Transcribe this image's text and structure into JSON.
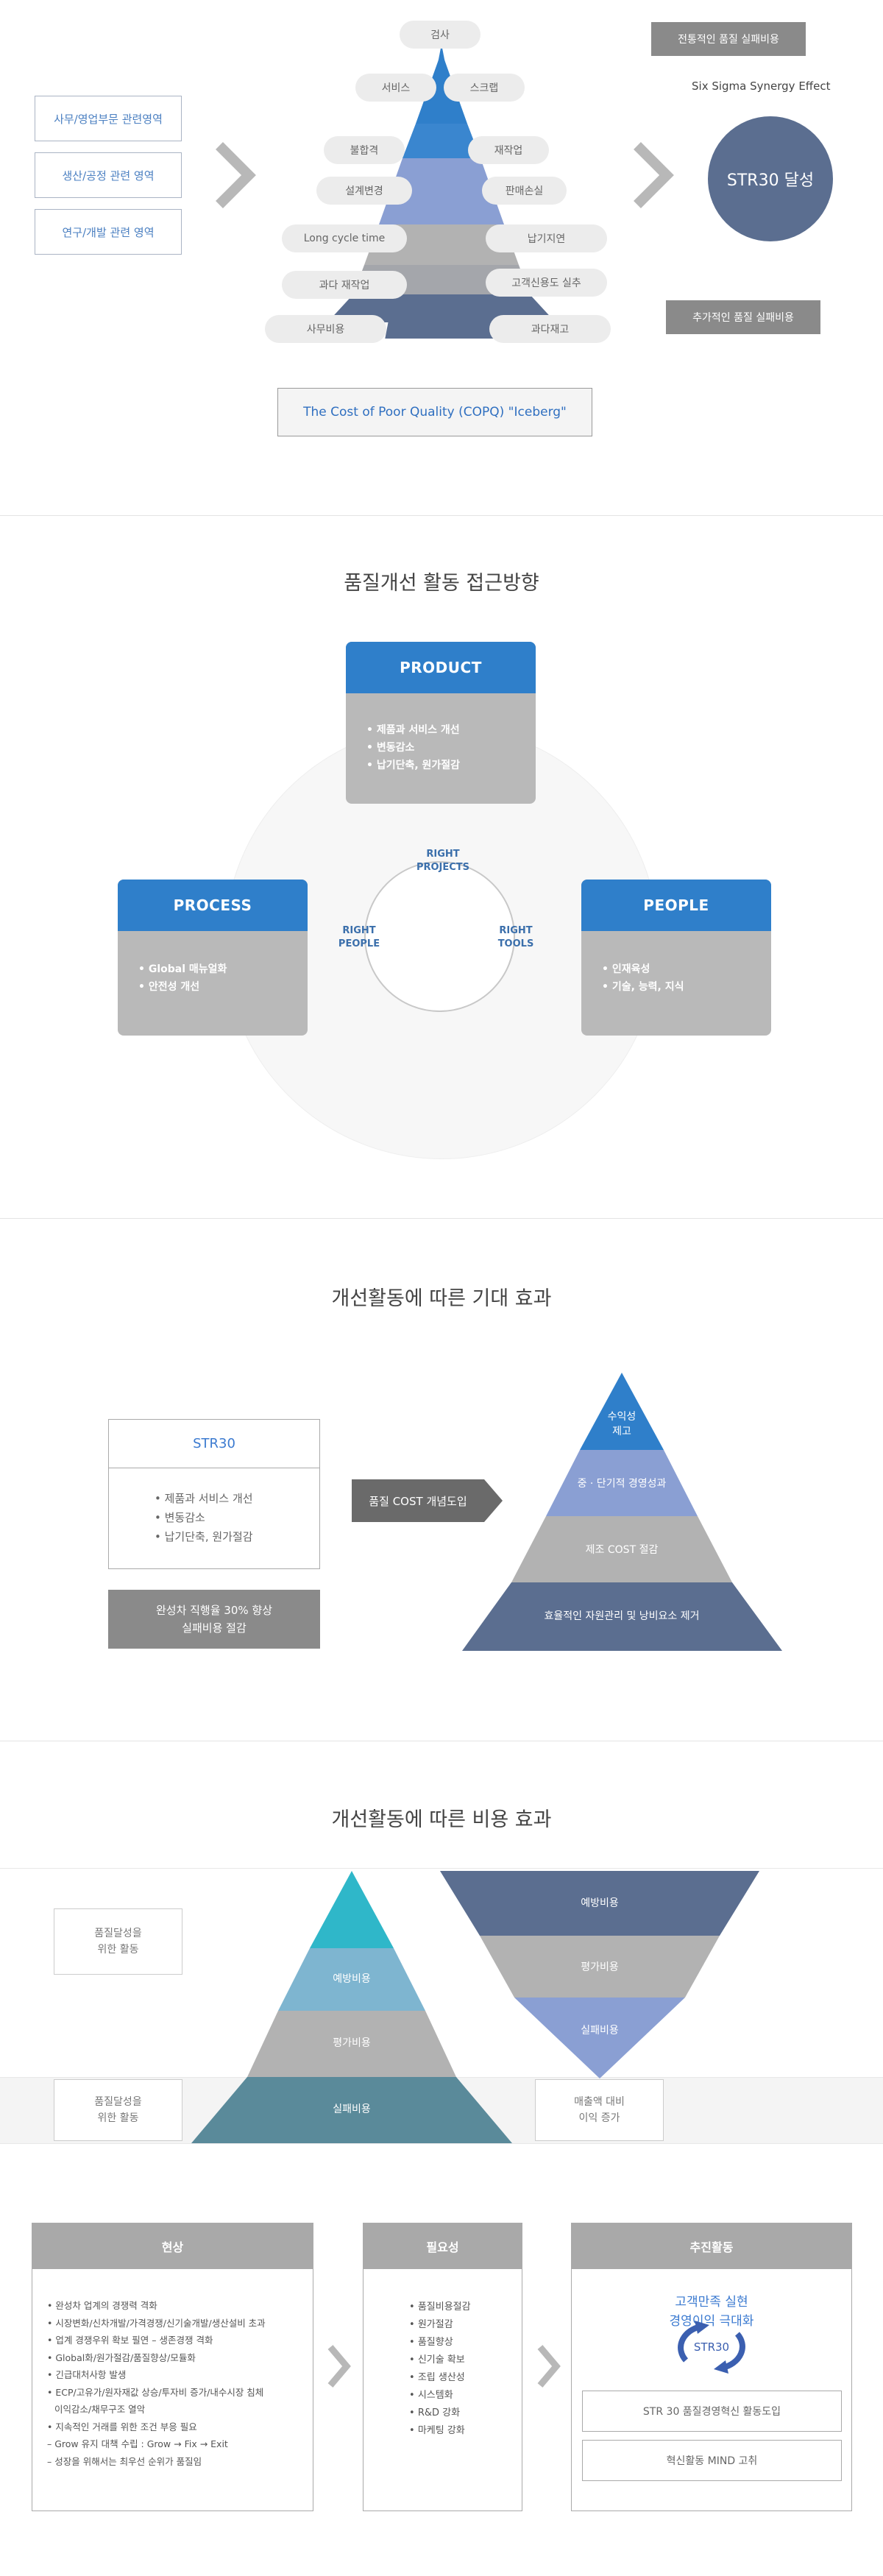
{
  "iceberg": {
    "left_boxes": [
      "사무/영업부문 관련영역",
      "생산/공정 관련 영역",
      "연구/개발 관련 영역"
    ],
    "pills": [
      "검사",
      "서비스",
      "스크랩",
      "불합격",
      "재작업",
      "설계변경",
      "판매손실",
      "Long cycle time",
      "납기지연",
      "과다 재작업",
      "고객신용도 실추",
      "사무비용",
      "과다재고"
    ],
    "traditional_label": "전통적인 품질 실패비용",
    "synergy_title": "Six Sigma Synergy Effect",
    "circle_label": "STR30 달성",
    "additional_label": "추가적인 품질 실패비용",
    "caption": "The Cost of Poor Quality (COPQ) \"Iceberg\""
  },
  "approach": {
    "title": "품질개선 활동 접근방향",
    "product": {
      "title": "PRODUCT",
      "items": [
        "제품과 서비스 개선",
        "변동감소",
        "납기단축, 원가절감"
      ]
    },
    "process": {
      "title": "PROCESS",
      "items": [
        "Global 매뉴얼화",
        "안전성 개선"
      ]
    },
    "people": {
      "title": "PEOPLE",
      "items": [
        "인재육성",
        "기술, 능력, 지식"
      ]
    },
    "right_projects": [
      "RIGHT",
      "PROJECTS"
    ],
    "right_people": [
      "RIGHT",
      "PEOPLE"
    ],
    "right_tools": [
      "RIGHT",
      "TOOLS"
    ]
  },
  "expected": {
    "title": "개선활동에 따른 기대 효과",
    "box_title": "STR30",
    "box_items": [
      "제품과 서비스 개선",
      "변동감소",
      "납기단축, 원가절감"
    ],
    "gray_note": [
      "완성차 직행율 30% 향상",
      "실패비용 절감"
    ],
    "arrow_label": "품질 COST 개념도입",
    "pyramid": [
      "수익성",
      "제고",
      "중 · 단기적 경영성과",
      "제조 COST 절감",
      "효율적인 자원관리 및 낭비요소 제거"
    ]
  },
  "cost": {
    "title": "개선활동에 따른 비용 효과",
    "left_top": [
      "품질달성을",
      "위한 활동"
    ],
    "left_bottom": [
      "품질달성을",
      "위한 활동"
    ],
    "right_bottom": [
      "매출액 대비",
      "이익 증가"
    ],
    "pyramid": [
      "예방비용",
      "평가비용",
      "실패비용"
    ],
    "inverted": [
      "예방비용",
      "평가비용",
      "실패비용"
    ]
  },
  "activities": {
    "status_title": "현상",
    "status_items": [
      "완성차 업계의 경쟁력 격화",
      "시장변화/신차개발/가격경쟁/신기술개발/생산설비 초과",
      "업계 경쟁우위 확보 필연 – 생존경쟁 격화",
      "Global화/원가절감/품질향상/모듈화",
      "긴급대처사항 발생",
      "ECP/고유가/원자재값 상승/투자비 증가/내수시장 침체",
      "이익감소/채무구조 열악",
      "지속적인 거래를 위한 조건 부응 필요",
      "Grow 유지 대책 수립 : Grow → Fix → Exit",
      "성장을 위해서는 최우선 순위가 품질임"
    ],
    "need_title": "필요성",
    "need_items": [
      "품질비용절감",
      "원가절감",
      "품질향상",
      "신기술 확보",
      "조립 생산성",
      "시스템화",
      "R&D 강화",
      "마케팅 강화"
    ],
    "drive_title": "추진활동",
    "drive_headline": [
      "고객만족 실현",
      "경영이익 극대화"
    ],
    "drive_cycle_label": "STR30",
    "drive_boxes": [
      "STR 30 품질경영혁신 활동도입",
      "혁신활동 MIND 고취"
    ]
  },
  "colors": {
    "blue": "#2f7fca",
    "navy": "#5b6e90",
    "periwinkle": "#8a9fd3",
    "gray": "#b0b0b0",
    "teal": "#2fb7c9",
    "steel": "#5a8a9a"
  }
}
